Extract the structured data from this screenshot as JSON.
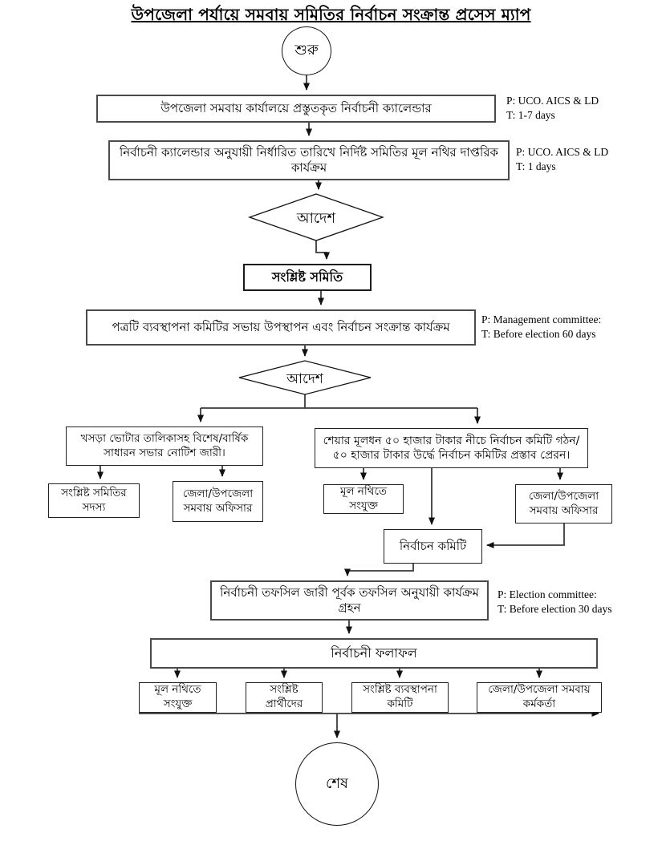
{
  "page": {
    "title": "উপজেলা পর্যায়ে সমবায় সমিতির নির্বাচন সংক্রান্ত প্রসেস ম্যাপ"
  },
  "terminals": {
    "start": "শুরু",
    "end": "শেষ"
  },
  "steps": {
    "calendar": "উপজেলা সমবায় কার্যালয়ে প্রস্তুতকৃত নির্বাচনী ক্যালেন্ডার",
    "calendar_note": {
      "p": "P: UCO. AICS & LD",
      "t": "T: 1-7 days"
    },
    "official_activity": "নির্বাচনী ক্যালেন্ডার অনুযায়ী নির্ধারিত তারিখে নির্দিষ্ট সমিতির মূল নথির দাপ্তরিক কার্যক্রম",
    "official_activity_note": {
      "p": "P: UCO. AICS & LD",
      "t": "T: 1 days"
    },
    "decision1": "আদেশ",
    "related_society": "সংশ্লিষ্ট সমিতি",
    "committee_presentation": "পত্রটি ব্যবস্থাপনা কমিটির সভায় উপস্থাপন এবং নির্বাচন সংক্রান্ত কার্যক্রম",
    "committee_presentation_note": {
      "p": "P: Management committee:",
      "t": "T: Before election 60 days"
    },
    "decision2": "আদেশ",
    "voter_list_notice": "খসড়া ভোটার তালিকাসহ বিশেষ/বার্ষিক সাধারন সভার নোটিশ জারী।",
    "society_members": "সংশ্লিষ্ট সমিতির সদস্য",
    "district_officer_left": "জেলা/উপজেলা সমবায় অফিসার",
    "share_capital": "শেয়ার মূলধন ৫০ হাজার টাকার নীচে নির্বাচন কমিটি গঠন/ ৫০ হাজার টাকার উর্দ্ধে নির্বাচন কমিটির প্রস্তাব প্রেরন।",
    "main_file_attached": "মূল নথিতে সংযুক্ত",
    "district_officer_right": "জেলা/উপজেলা সমবায় অফিসার",
    "election_committee": "নির্বাচন কমিটি",
    "schedule_action": "নির্বাচনী তফসিল জারী পূর্বক তফসিল অনুযায়ী কার্যক্রম গ্রহন",
    "schedule_note": {
      "p": "P: Election committee:",
      "t": "T: Before election 30 days"
    },
    "results": "নির্বাচনী ফলাফল",
    "result_targets": [
      "মূল নথিতে সংযুক্ত",
      "সংশ্লিষ্ট প্রার্থীদের",
      "সংশ্লিষ্ট ব্যবস্থাপনা কমিটি",
      "জেলা/উপজেলা সমবায় কর্মকর্তা"
    ]
  }
}
